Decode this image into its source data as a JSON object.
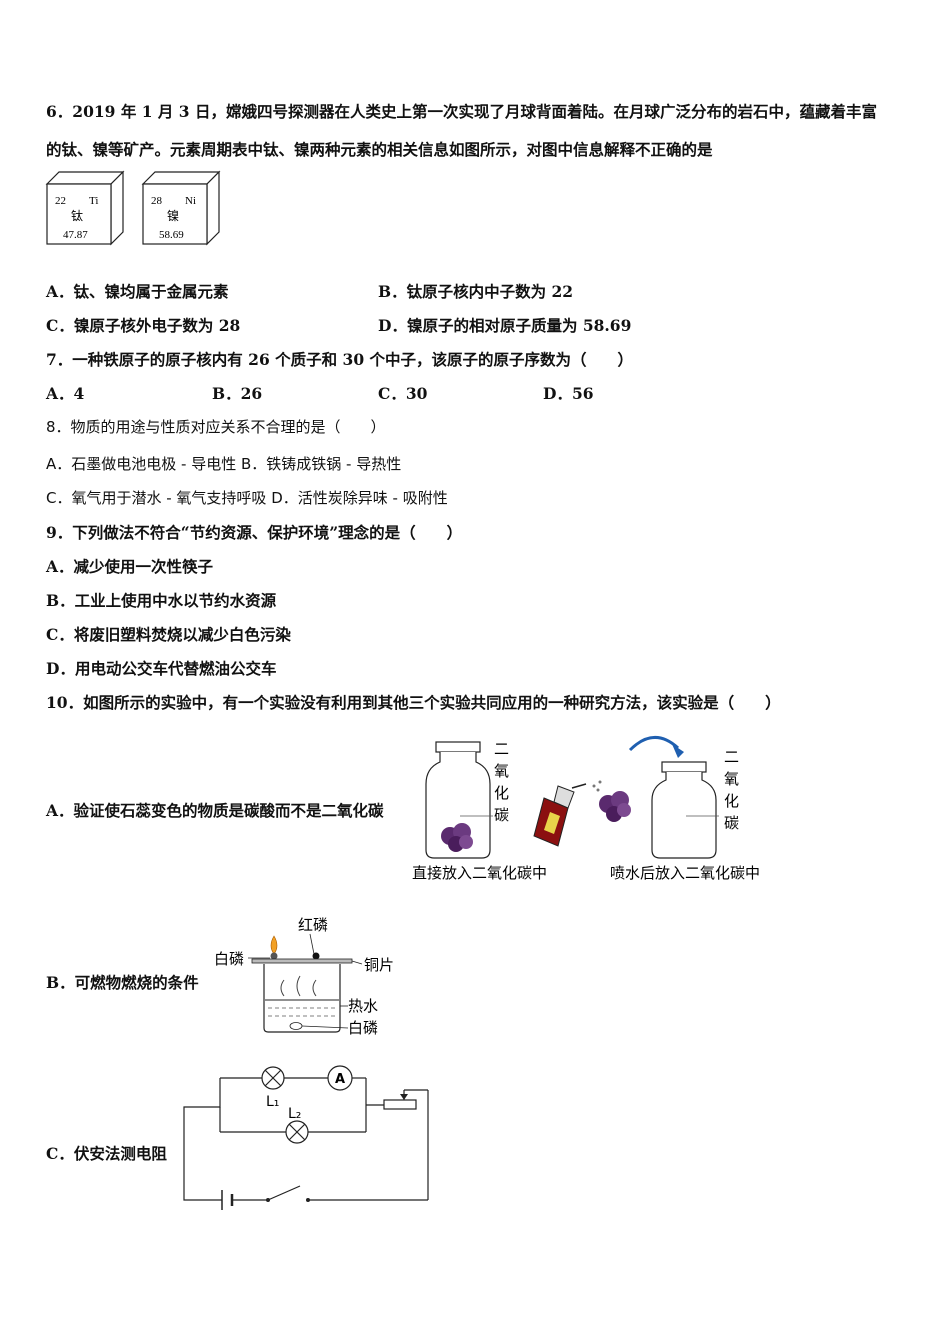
{
  "q6": {
    "line1": "6．2019 年 1 月 3 日，嫦娥四号探测器在人类史上第一次实现了月球背面着陆。在月球广泛分布的岩石中，蕴藏着丰富",
    "line2": "的钛、镍等矿产。元素周期表中钛、镍两种元素的相关信息如图所示，对图中信息解释不正确的是",
    "elements": [
      {
        "number": "22",
        "symbol": "Ti",
        "name": "钛",
        "mass": "47.87"
      },
      {
        "number": "28",
        "symbol": "Ni",
        "name": "镍",
        "mass": "58.69"
      }
    ],
    "optA": "A．钛、镍均属于金属元素",
    "optB": "B．钛原子核内中子数为 22",
    "optC": "C．镍原子核外电子数为 28",
    "optD": "D．镍原子的相对原子质量为 58.69"
  },
  "q7": {
    "stem": "7．一种铁原子的原子核内有 26 个质子和 30 个中子，该原子的原子序数为（　　）",
    "optA": "A．4",
    "optB": "B．26",
    "optC": "C．30",
    "optD": "D．56"
  },
  "q8": {
    "stem": "8．物质的用途与性质对应关系不合理的是（　　）",
    "optAB": "A．石墨做电池电极 - 导电性   B．铁铸成铁锅 - 导热性",
    "optCD": "C．氧气用于潜水 - 氧气支持呼吸   D．活性炭除异味 - 吸附性"
  },
  "q9": {
    "stem": "9．下列做法不符合“节约资源、保护环境”理念的是（　　）",
    "optA": "A．减少使用一次性筷子",
    "optB": "B．工业上使用中水以节约水资源",
    "optC": "C．将废旧塑料焚烧以减少白色污染",
    "optD": "D．用电动公交车代替燃油公交车"
  },
  "q10": {
    "stem": "10．如图所示的实验中，有一个实验没有利用到其他三个实验共同应用的一种研究方法，该实验是（　　）",
    "optA": "A．验证使石蕊变色的物质是碳酸而不是二氧化碳",
    "optB": "B．可燃物燃烧的条件",
    "optC": "C．伏安法测电阻",
    "figA": {
      "gas_label_chars": [
        "二",
        "氧",
        "化",
        "碳"
      ],
      "caption_left": "直接放入二氧化碳中",
      "caption_right": "喷水后放入二氧化碳中"
    },
    "figB": {
      "red_p": "红磷",
      "white_p_top": "白磷",
      "copper": "铜片",
      "hot_water": "热水",
      "white_p_bottom": "白磷"
    },
    "figC": {
      "L1": "L₁",
      "L2": "L₂",
      "ammeter": "A"
    }
  }
}
